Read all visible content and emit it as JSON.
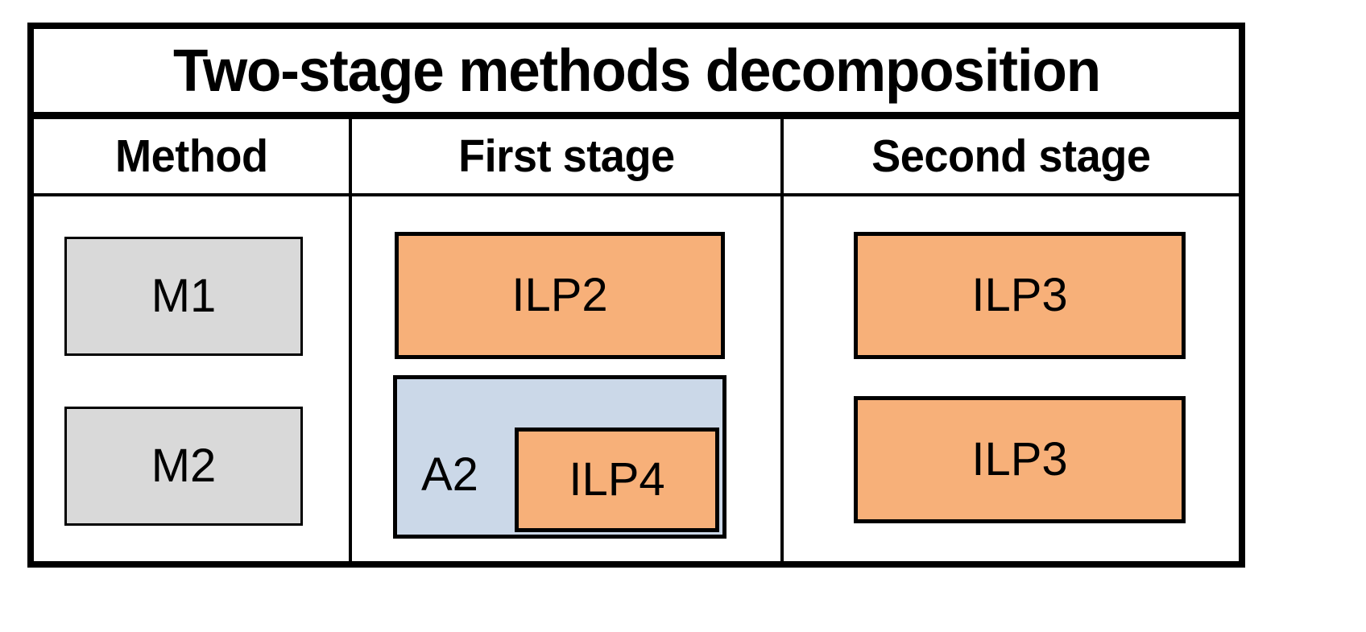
{
  "figure": {
    "title": "Two-stage methods decomposition",
    "columns": [
      {
        "id": "method",
        "label": "Method"
      },
      {
        "id": "first-stage",
        "label": "First stage"
      },
      {
        "id": "second-stage",
        "label": "Second stage"
      }
    ],
    "rows": [
      {
        "id": "row-m1",
        "method": {
          "label": "M1",
          "fill": "#d9d9d9",
          "kind": "gray"
        },
        "first_stage": {
          "label": "ILP2",
          "fill": "#f7b079",
          "kind": "orange"
        },
        "second_stage": {
          "label": "ILP3",
          "fill": "#f7b079",
          "kind": "orange"
        }
      },
      {
        "id": "row-m2",
        "method": {
          "label": "M2",
          "fill": "#d9d9d9",
          "kind": "gray"
        },
        "first_stage": {
          "label": "A2",
          "fill": "#cbd8e8",
          "kind": "blue",
          "nested": {
            "label": "ILP4",
            "fill": "#f7b079",
            "kind": "orange"
          }
        },
        "second_stage": {
          "label": "ILP3",
          "fill": "#f7b079",
          "kind": "orange"
        }
      }
    ],
    "colors": {
      "border": "#000000",
      "background": "#ffffff",
      "gray_fill": "#d9d9d9",
      "orange_fill": "#f7b079",
      "blue_fill": "#cbd8e8"
    }
  }
}
